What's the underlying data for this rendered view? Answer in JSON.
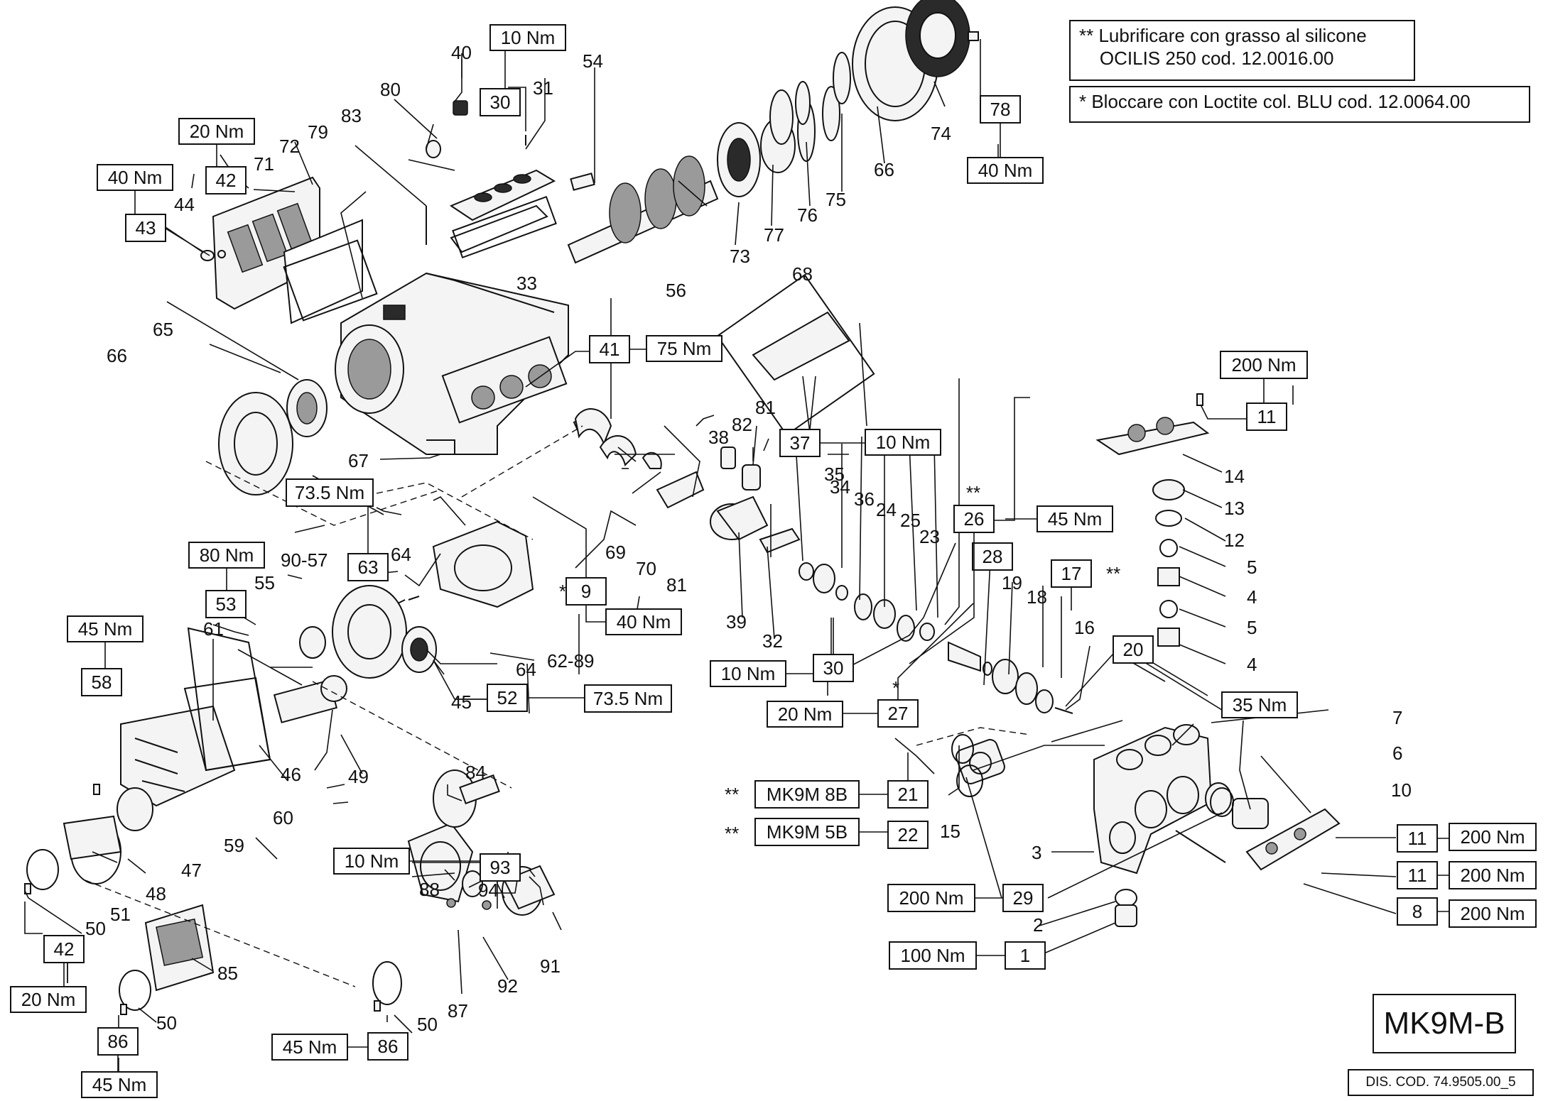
{
  "model": "MK9M-B",
  "drawing_code": "DIS. COD. 74.9505.00_5",
  "notes": {
    "lubricate": "** Lubrificare con grasso al silicone\n    OCILIS 250 cod. 12.0016.00",
    "loctite": "* Bloccare con Loctite col. BLU cod. 12.0064.00"
  },
  "part_numbers": {
    "p1": "1",
    "p2": "2",
    "p3": "3",
    "p4a": "4",
    "p4b": "4",
    "p5a": "5",
    "p5b": "5",
    "p6": "6",
    "p7": "7",
    "p8": "8",
    "p9": "9",
    "p10": "10",
    "p11a": "11",
    "p11b": "11",
    "p11c": "11",
    "p12": "12",
    "p13": "13",
    "p14": "14",
    "p15": "15",
    "p16": "16",
    "p17": "17",
    "p18": "18",
    "p19": "19",
    "p20": "20",
    "p21": "21",
    "p22": "22",
    "p23": "23",
    "p24": "24",
    "p25": "25",
    "p26": "26",
    "p27": "27",
    "p28": "28",
    "p29": "29",
    "p30a": "30",
    "p30b": "30",
    "p31": "31",
    "p32": "32",
    "p33": "33",
    "p34": "34",
    "p35": "35",
    "p36": "36",
    "p37": "37",
    "p38": "38",
    "p39": "39",
    "p40": "40",
    "p41": "41",
    "p42a": "42",
    "p42b": "42",
    "p43": "43",
    "p44": "44",
    "p45": "45",
    "p46": "46",
    "p47": "47",
    "p48": "48",
    "p49": "49",
    "p50a": "50",
    "p50b": "50",
    "p50c": "50",
    "p51": "51",
    "p52": "52",
    "p53": "53",
    "p54": "54",
    "p55": "55",
    "p56": "56",
    "p5790": "90-57",
    "p58": "58",
    "p59": "59",
    "p60": "60",
    "p61": "61",
    "p6289": "62-89",
    "p63": "63",
    "p64a": "64",
    "p64b": "64",
    "p65": "65",
    "p66a": "66",
    "p66b": "66",
    "p67": "67",
    "p68": "68",
    "p69": "69",
    "p70": "70",
    "p71": "71",
    "p72": "72",
    "p73": "73",
    "p74": "74",
    "p75": "75",
    "p76": "76",
    "p77": "77",
    "p78": "78",
    "p79": "79",
    "p80": "80",
    "p81a": "81",
    "p81b": "81",
    "p82": "82",
    "p83": "83",
    "p84": "84",
    "p85": "85",
    "p86a": "86",
    "p86b": "86",
    "p87": "87",
    "p88": "88",
    "p91": "91",
    "p92": "92",
    "p93": "93",
    "p94": "94"
  },
  "torques": {
    "t10_30": "10 Nm",
    "t20_42": "20 Nm",
    "t40_43": "40 Nm",
    "t40_78": "40 Nm",
    "t75_41": "75 Nm",
    "t200_11": "200 Nm",
    "t10_37": "10 Nm",
    "t45_28": "45 Nm",
    "t73_63": "73.5 Nm",
    "t80_53": "80 Nm",
    "t45_58": "45 Nm",
    "t40_9": "40 Nm",
    "t10_30b": "10 Nm",
    "t73_52": "73.5 Nm",
    "t35_20": "35 Nm",
    "t20_27": "20 Nm",
    "t200_11b": "200 Nm",
    "t200_11c": "200 Nm",
    "t200_29": "200 Nm",
    "t200_8": "200 Nm",
    "t100_1": "100 Nm",
    "t10_93": "10 Nm",
    "t20_42b": "20 Nm",
    "t45_86a": "45 Nm",
    "t45_86b": "45 Nm"
  },
  "variants": {
    "v21": "MK9M 8B",
    "v22": "MK9M 5B"
  },
  "marks": {
    "m26": "**",
    "m17": "**",
    "m9": "*",
    "m27": "*",
    "m21": "**",
    "m22": "**"
  }
}
